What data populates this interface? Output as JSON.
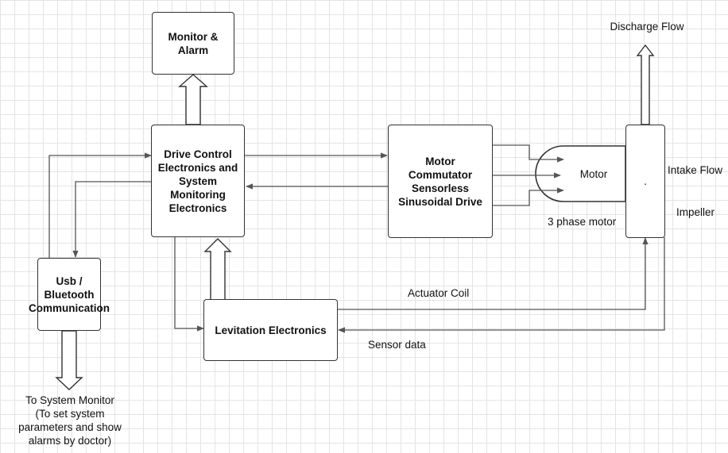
{
  "blocks": {
    "monitor_alarm": "Monitor &\nAlarm",
    "drive_control": "Drive Control\nElectronics and\nSystem\nMonitoring\nElectronics",
    "motor_commutator": "Motor\nCommutator\nSensorless\nSinusoidal Drive",
    "usb_bluetooth": "Usb /\nBluetooth\nCommunication",
    "levitation": "Levitation Electronics",
    "pump_dot": "."
  },
  "motor": {
    "label": "Motor",
    "caption": "3 phase motor"
  },
  "labels": {
    "discharge_flow": "Discharge Flow",
    "intake_flow": "Intake Flow",
    "impeller": "Impeller",
    "actuator_coil": "Actuator Coil",
    "sensor_data": "Sensor data",
    "system_monitor": "To System Monitor\n(To set system\nparameters and show\nalarms by doctor)"
  }
}
